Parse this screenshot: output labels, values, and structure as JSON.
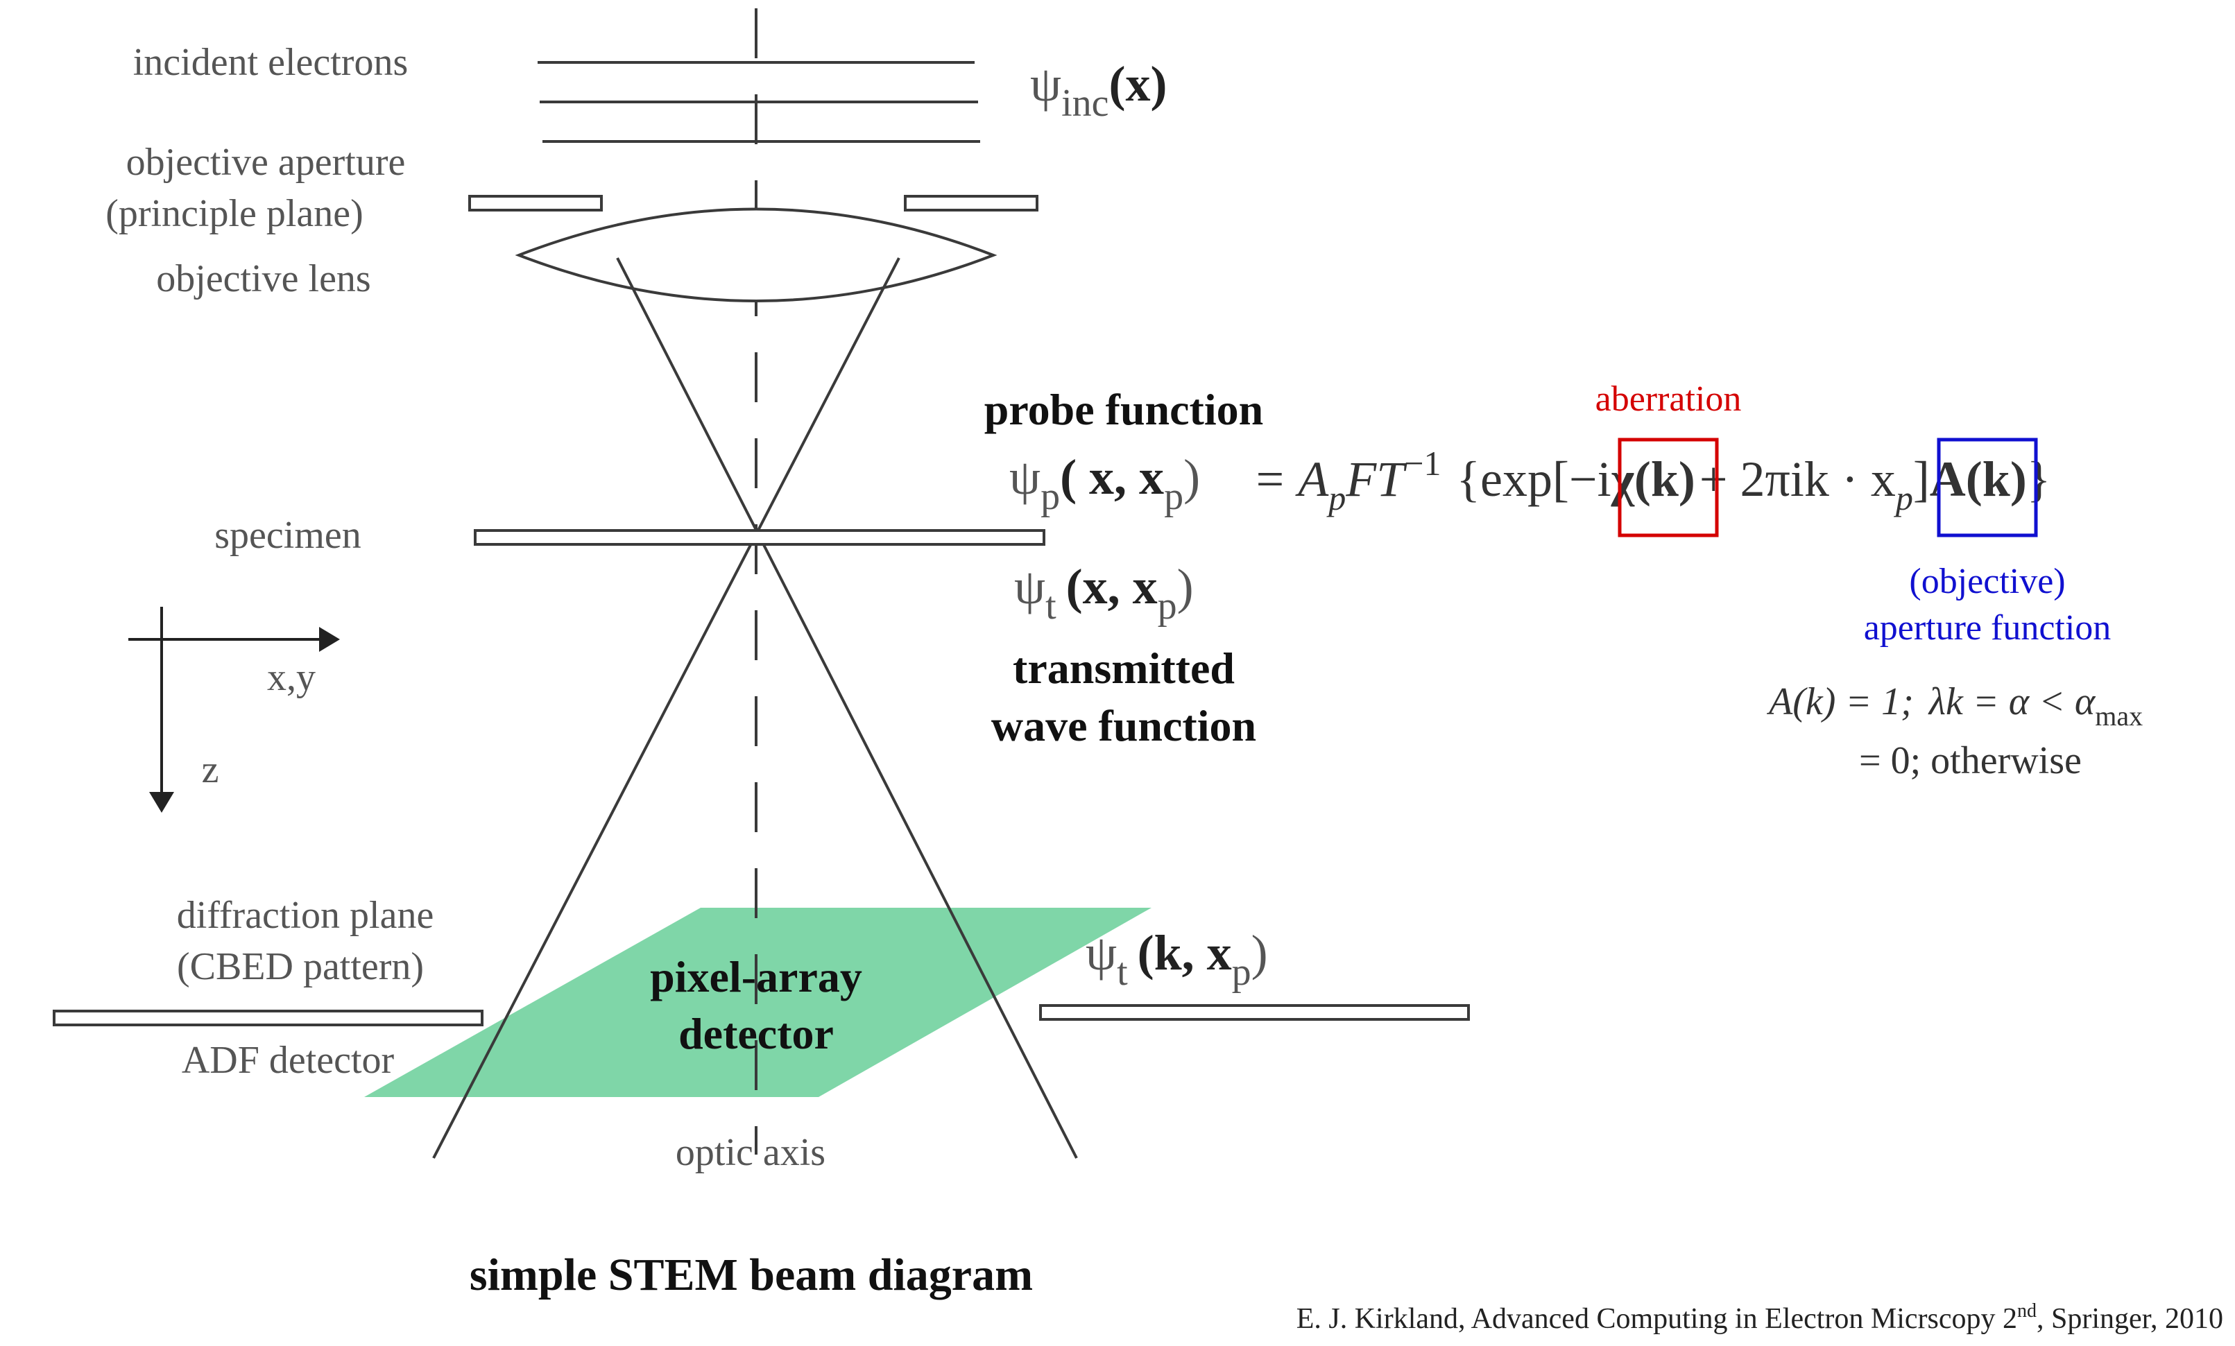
{
  "labels": {
    "incident_electrons": "incident electrons",
    "objective_aperture": "objective aperture",
    "principle_plane": "(principle plane)",
    "objective_lens": "objective  lens",
    "specimen": "specimen",
    "axis_xy": "x,y",
    "axis_z": "z",
    "diffraction_plane": "diffraction plane",
    "cbed_pattern": "(CBED pattern)",
    "adf_detector": "ADF detector",
    "optic_axis": "optic axis",
    "pixel_array_1": "pixel-array",
    "pixel_array_2": "detector",
    "probe_function": "probe function",
    "transmitted_1": "transmitted",
    "transmitted_2": "wave function",
    "aberration": "aberration",
    "aperture_fn_1": "(objective)",
    "aperture_fn_2": "aperture function",
    "title": "simple STEM beam diagram",
    "citation_main": "E. J. Kirkland, Advanced Computing in Electron Micrscopy 2",
    "citation_sup": "nd",
    "citation_end": ", Springer, 2010"
  },
  "math": {
    "psi": "ψ",
    "sub_inc": "inc",
    "arg_x": "(x)",
    "sub_p": "p",
    "sub_t": "t",
    "arg_x_xp_open": "( x, x",
    "arg_close": ")",
    "arg_x_xp_open_t": "(x,  x",
    "arg_k_xp_open": "(k,  x",
    "eq_equals_A": "= A",
    "eq_FT": "FT",
    "eq_inv": "−1",
    "eq_brace_exp": "{exp[−i",
    "eq_chi_k": "χ(k)",
    "eq_plus": "+ 2πik · x",
    "eq_close_bracket": "]",
    "eq_A_k": "A(k)",
    "eq_brace_close": "}",
    "cond1_lhs": "A(k) = 1;",
    "cond1_rhs": "λk = α < α",
    "cond1_sub": "max",
    "cond2": "= 0;   otherwise"
  },
  "colors": {
    "line": "#3a3a3a",
    "text_gray": "#555555",
    "text_black": "#111111",
    "aberration_red": "#d40000",
    "aperture_blue": "#1010d0",
    "detector_green": "#7fd6a8"
  }
}
